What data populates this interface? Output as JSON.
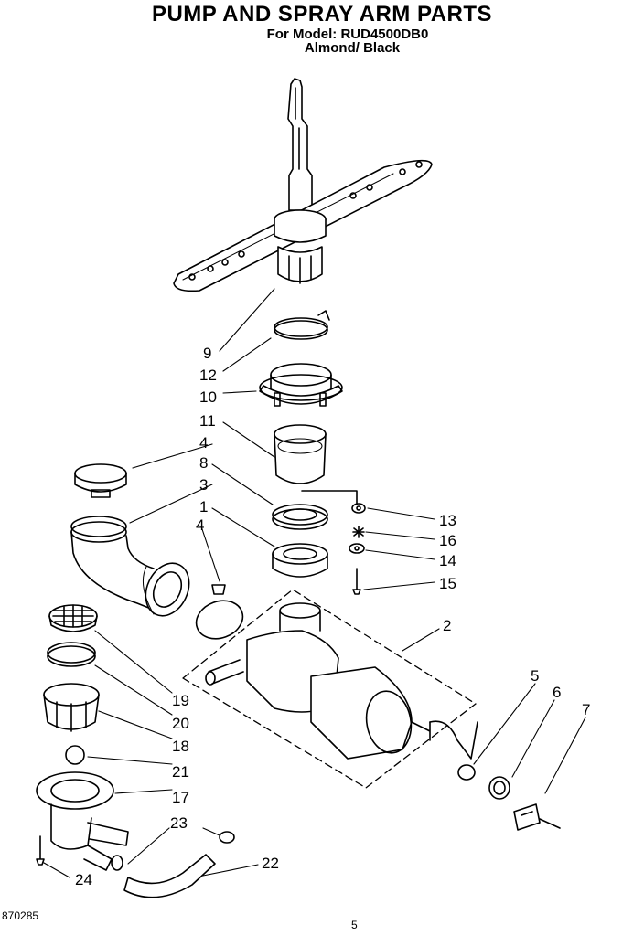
{
  "header": {
    "title": "PUMP AND SPRAY ARM PARTS",
    "model_line": "For Model: RUD4500DB0",
    "color_line": "Almond/ Black"
  },
  "callouts": [
    {
      "id": "c9",
      "text": "9"
    },
    {
      "id": "c12",
      "text": "12"
    },
    {
      "id": "c10",
      "text": "10"
    },
    {
      "id": "c11",
      "text": "11"
    },
    {
      "id": "c4a",
      "text": "4"
    },
    {
      "id": "c8",
      "text": "8"
    },
    {
      "id": "c3",
      "text": "3"
    },
    {
      "id": "c1",
      "text": "1"
    },
    {
      "id": "c4b",
      "text": "4"
    },
    {
      "id": "c13",
      "text": "13"
    },
    {
      "id": "c16",
      "text": "16"
    },
    {
      "id": "c14",
      "text": "14"
    },
    {
      "id": "c15",
      "text": "15"
    },
    {
      "id": "c2",
      "text": "2"
    },
    {
      "id": "c5",
      "text": "5"
    },
    {
      "id": "c6",
      "text": "6"
    },
    {
      "id": "c7",
      "text": "7"
    },
    {
      "id": "c19",
      "text": "19"
    },
    {
      "id": "c20",
      "text": "20"
    },
    {
      "id": "c18",
      "text": "18"
    },
    {
      "id": "c21",
      "text": "21"
    },
    {
      "id": "c17",
      "text": "17"
    },
    {
      "id": "c23",
      "text": "23"
    },
    {
      "id": "c22",
      "text": "22"
    },
    {
      "id": "c24",
      "text": "24"
    }
  ],
  "footer": {
    "doc_number": "870285",
    "page_number": "5"
  }
}
